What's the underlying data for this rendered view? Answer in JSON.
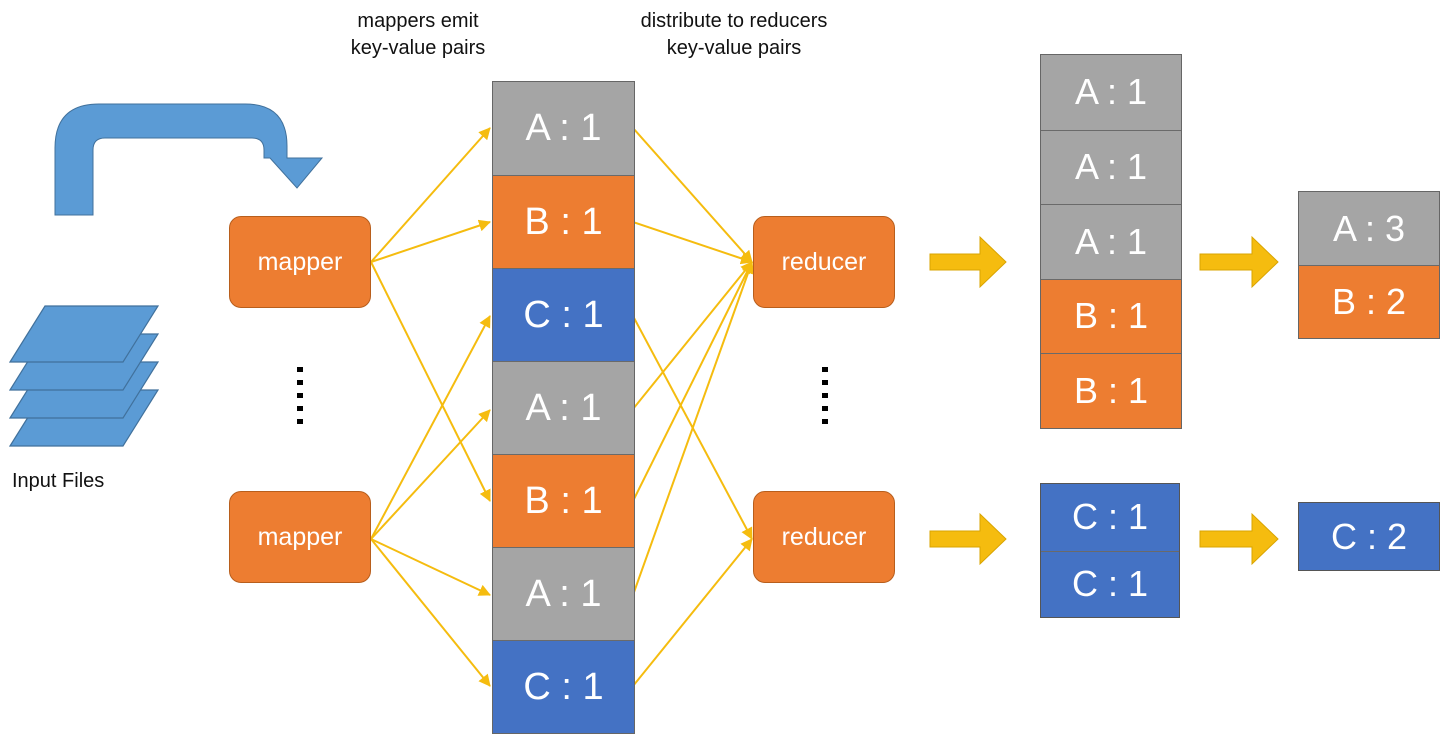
{
  "headers": {
    "mappers_emit": [
      "mappers emit",
      "key-value pairs"
    ],
    "distribute": [
      "distribute to reducers",
      "key-value pairs"
    ]
  },
  "input_files_label": "Input Files",
  "mappers": [
    "mapper",
    "mapper"
  ],
  "reducers": [
    "reducer",
    "reducer"
  ],
  "emitted_pairs": [
    {
      "text": "A : 1",
      "key": "A"
    },
    {
      "text": "B : 1",
      "key": "B"
    },
    {
      "text": "C : 1",
      "key": "C"
    },
    {
      "text": "A : 1",
      "key": "A"
    },
    {
      "text": "B : 1",
      "key": "B"
    },
    {
      "text": "A : 1",
      "key": "A"
    },
    {
      "text": "C : 1",
      "key": "C"
    }
  ],
  "reducer1_input": [
    {
      "text": "A : 1",
      "key": "A"
    },
    {
      "text": "A : 1",
      "key": "A"
    },
    {
      "text": "A : 1",
      "key": "A"
    },
    {
      "text": "B : 1",
      "key": "B"
    },
    {
      "text": "B : 1",
      "key": "B"
    }
  ],
  "reducer2_input": [
    {
      "text": "C : 1",
      "key": "C"
    },
    {
      "text": "C : 1",
      "key": "C"
    }
  ],
  "reducer1_output": [
    {
      "text": "A : 3",
      "key": "A"
    },
    {
      "text": "B : 2",
      "key": "B"
    }
  ],
  "reducer2_output": [
    {
      "text": "C : 2",
      "key": "C"
    }
  ],
  "colors": {
    "A": "#a5a5a5",
    "B": "#ed7d31",
    "C": "#4472c4",
    "node": "#ed7d31",
    "arrow": "#f5bc0f",
    "input_files": "#5b9bd5",
    "curved_arrow": "#5b9bd5"
  },
  "icons": {
    "input_files": "stacked-files-icon",
    "curved_arrow": "curved-arrow-icon",
    "flow_arrow": "block-arrow-right-icon",
    "ellipsis": "vertical-ellipsis-icon"
  }
}
